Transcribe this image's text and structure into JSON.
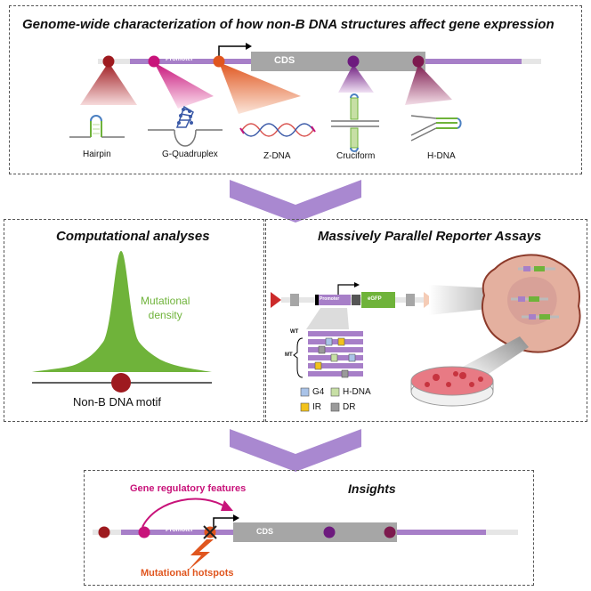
{
  "top_panel": {
    "title": "Genome-wide characterization of how non-B DNA structures affect gene expression",
    "promoter_label": "Promoter",
    "cds_label": "CDS",
    "structures": [
      {
        "label": "Hairpin",
        "icon": "hairpin-icon",
        "color": "#b5202a"
      },
      {
        "label": "G-Quadruplex",
        "icon": "g-quadruplex-icon",
        "color": "#d1187a"
      },
      {
        "label": "Z-DNA",
        "icon": "z-dna-icon",
        "color": "#e0561f"
      },
      {
        "label": "Cruciform",
        "icon": "cruciform-icon",
        "color": "#7e1f86"
      },
      {
        "label": "H-DNA",
        "icon": "h-dna-icon",
        "color": "#8f1c5a"
      }
    ]
  },
  "computational": {
    "title": "Computational analyses",
    "density_label_line1": "Mutational",
    "density_label_line2": "density",
    "motif_label": "Non-B DNA motif"
  },
  "mpra": {
    "title": "Massively Parallel Reporter Assays",
    "promoter_label": "Promoter",
    "gfp_label": "eGFP",
    "wt_label": "WT",
    "mt_label": "MT",
    "legend": [
      {
        "label": "G4",
        "color": "#a9c3e8"
      },
      {
        "label": "H-DNA",
        "color": "#c7dfa5"
      },
      {
        "label": "IR",
        "color": "#f2c21b"
      },
      {
        "label": "DR",
        "color": "#9a9a9a"
      }
    ]
  },
  "insights": {
    "title": "Insights",
    "regulatory_label": "Gene regulatory features",
    "hotspot_label": "Mutational hotspots",
    "promoter_label": "Promoter",
    "cds_label": "CDS"
  },
  "colors": {
    "purple": "#a77fc8",
    "gray": "#a6a6a6",
    "magenta": "#c8137a",
    "orange": "#e0561f",
    "green": "#6fb33a",
    "darkred": "#9e1a1f"
  }
}
